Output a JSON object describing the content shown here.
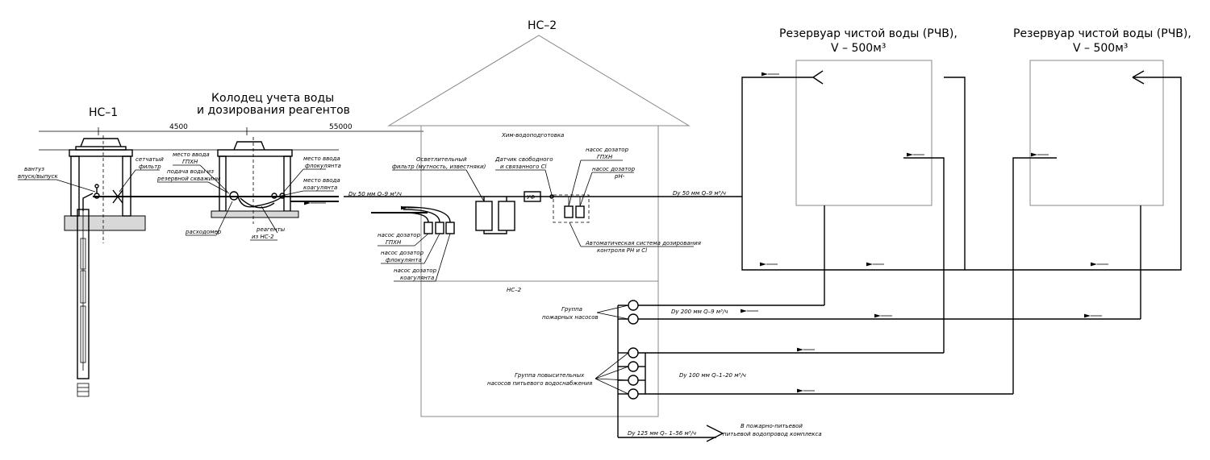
{
  "labels": {
    "ns1": "НС–1",
    "well_title_1": "Колодец учета воды",
    "well_title_2": "и дозирования реагентов",
    "ns2": "НС–2",
    "tank_title_1": "Резервуар чистой воды (РЧВ),",
    "tank_volume": "V – 500м³",
    "dim_4500": "4500",
    "dim_55000": "55000",
    "chem_room": "Хим-водоподготовка",
    "ns2_inner": "НС–2",
    "uf": "УФ",
    "air_valve_1": "вантуз",
    "air_valve_2": "впуск/выпуск",
    "mesh_filter_1": "сетчатый",
    "mesh_filter_2": "фильтр",
    "input_gpkh_1": "место ввода",
    "input_gpkh_2": "ГПХН",
    "reserve_feed_1": "подача воды из",
    "reserve_feed_2": "резервной скважины",
    "input_floc_1": "место ввода",
    "input_floc_2": "флокулянта",
    "input_coag_1": "место ввода",
    "input_coag_2": "коагулянта",
    "flowmeter": "расходомер",
    "reagents_1": "реагенты",
    "reagents_2": "из НС-2",
    "pipe_main": "Dy 50 мм Q–9 м³/ч",
    "pipe_main_2": "Dy 50 мм Q–9 м³/ч",
    "clarifier_1": "Осветлительный",
    "clarifier_2": "фильтр (мутность, известняки)",
    "chlorine_sensor_1": "Датчик свободного",
    "chlorine_sensor_2": "и связанного Cl",
    "pump_gpkh_top_1": "насос дозатор",
    "pump_gpkh_top_2": "ГПХН",
    "pump_ph_1": "насос дозатор",
    "pump_ph_2": "pH-",
    "auto_system_1": "Автоматическая система дозирования",
    "auto_system_2": "контроля PH и Cl",
    "pump_gpkh_1": "насос дозатор",
    "pump_gpkh_2": "ГПХН",
    "pump_floc_1": "насос дозатор",
    "pump_floc_2": "флокулянта",
    "pump_coag_1": "насос дозатор",
    "pump_coag_2": "коагулянта",
    "fire_group_1": "Группа",
    "fire_group_2": "пожарных насосов",
    "pipe_200": "Dy 200 мм Q–9 м³/ч",
    "booster_group_1": "Группа повысительных",
    "booster_group_2": "насосов питьевого водоснабжения",
    "pipe_100": "Dy 100 мм Q–1–20 м³/ч",
    "pipe_125": "Dy 125 мм Q– 1–56 м³/ч",
    "outlet_1": "В пожарно-питьевой",
    "outlet_2": "питьевой водопровод комплекса"
  }
}
